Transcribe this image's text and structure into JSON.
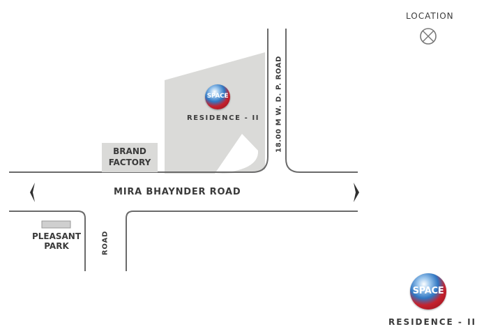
{
  "legend": {
    "title": "LOCATION"
  },
  "project": {
    "logo_text": "SPACE",
    "name": "RESIDENCE - II"
  },
  "landmarks": {
    "brand_factory": [
      "BRAND",
      "FACTORY"
    ],
    "pleasant_park": [
      "PLEASANT",
      "PARK"
    ]
  },
  "roads": {
    "main": "MIRA BHAYNDER ROAD",
    "dp_road": "18.00 M W. D. P. ROAD",
    "side_road": "ROAD"
  },
  "branding": {
    "logo_text": "SPACE",
    "name": "RESIDENCE - II"
  },
  "colors": {
    "plot_fill": "#dadad8",
    "road_line": "#6a6a6a",
    "text": "#3a3a3a",
    "logo_blue": "#2f76c2",
    "logo_red": "#c4222e"
  }
}
